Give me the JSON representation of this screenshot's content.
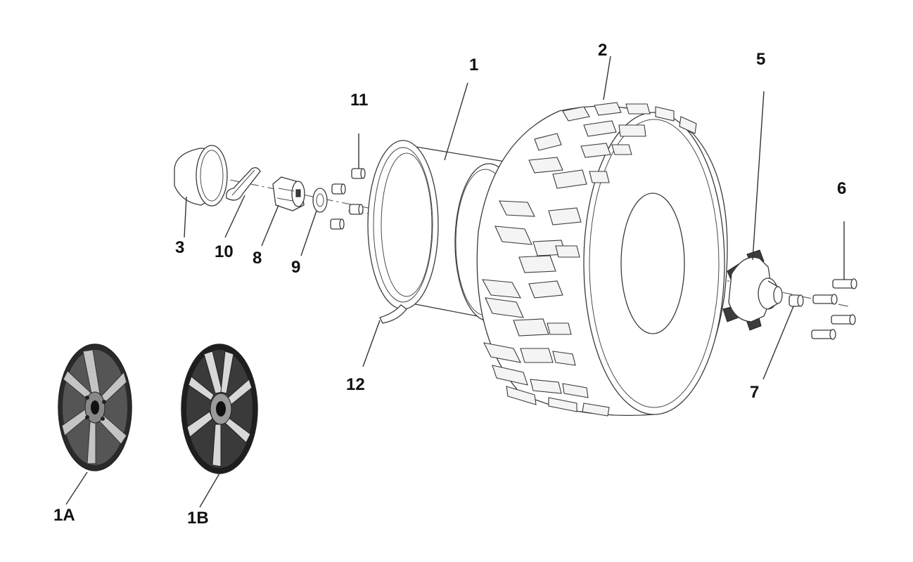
{
  "callouts": {
    "c1": "1",
    "c2": "2",
    "c3": "3",
    "c5": "5",
    "c6": "6",
    "c7": "7",
    "c8": "8",
    "c9": "9",
    "c10": "10",
    "c11": "11",
    "c12": "12",
    "c1a": "1A",
    "c1b": "1B"
  }
}
